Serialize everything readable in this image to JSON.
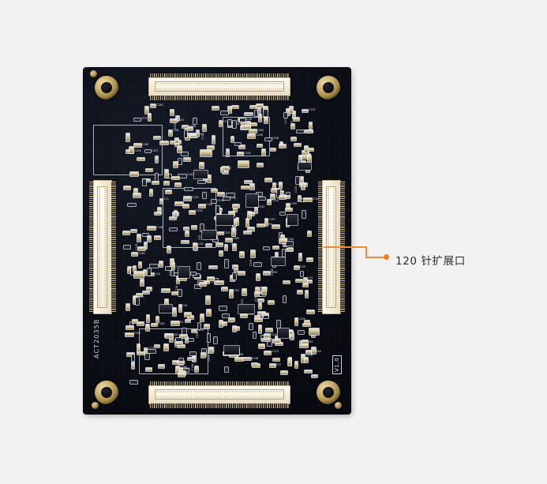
{
  "scene": {
    "background_color": "#f2f2f2",
    "subject": "pcb-board-photo"
  },
  "board": {
    "color": "#0d0f18",
    "silkscreen_color": "#e9eefb",
    "markings": {
      "part_number": "ACT2035B",
      "version": "V1.0"
    },
    "connectors": [
      {
        "name": "top-expansion-connector",
        "position": "top",
        "pins": 120
      },
      {
        "name": "bottom-expansion-connector",
        "position": "bottom",
        "pins": 120
      },
      {
        "name": "left-expansion-connector",
        "position": "left",
        "pins": 120
      },
      {
        "name": "right-expansion-connector",
        "position": "right",
        "pins": 120
      }
    ],
    "mounting_holes": 4,
    "reference_designators": [
      "C140",
      "C141",
      "C104",
      "C106",
      "C103",
      "C11",
      "C12",
      "C19",
      "C1",
      "C4",
      "C120",
      "C119",
      "C139",
      "C158",
      "C164",
      "C152",
      "C113",
      "C115",
      "C131",
      "C192",
      "C191",
      "C19",
      "C157",
      "C121",
      "C144",
      "C94",
      "C164",
      "C49",
      "C52",
      "C123",
      "C133",
      "C128",
      "C113",
      "C41",
      "C43",
      "C45",
      "C46",
      "C272",
      "C256",
      "C241",
      "C242",
      "C238",
      "C269",
      "C230",
      "C262",
      "C237",
      "C253",
      "C244",
      "C254",
      "C234",
      "C257",
      "C246",
      "C240",
      "C267",
      "C218",
      "C219",
      "C210",
      "C208",
      "C205",
      "C204",
      "C104",
      "C205",
      "C206",
      "C207",
      "C172",
      "C171",
      "C202",
      "C222",
      "C206",
      "C264",
      "C145",
      "C146",
      "C154",
      "C13",
      "C16",
      "C162",
      "C163",
      "C160",
      "C138",
      "C93",
      "C95",
      "C97",
      "C17",
      "C20",
      "C32",
      "C33",
      "C36",
      "C37",
      "C143",
      "C148",
      "C265",
      "C263",
      "C231",
      "C259",
      "C260"
    ]
  },
  "annotation": {
    "label": "120 针扩展口",
    "accent_color": "#ef7f20",
    "marker": "callout-dot",
    "target_connector": "right-expansion-connector"
  }
}
